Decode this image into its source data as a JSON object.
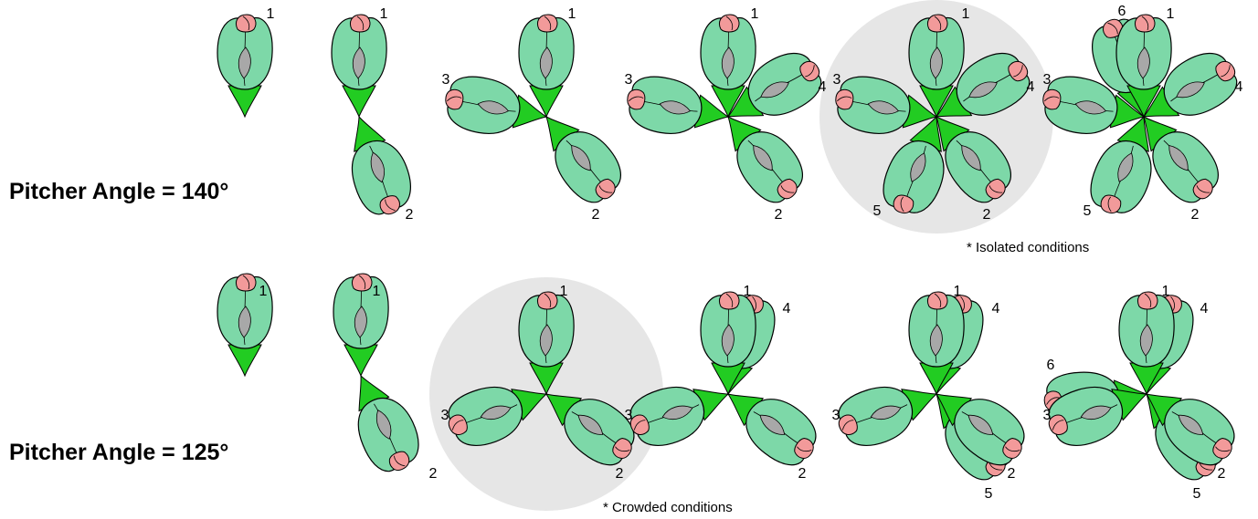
{
  "rows": [
    {
      "title": "Pitcher Angle = 140°",
      "note": "* Isolated conditions",
      "clusters": [
        {
          "labels": [
            "1"
          ]
        },
        {
          "labels": [
            "1",
            "2"
          ]
        },
        {
          "labels": [
            "1",
            "2",
            "3"
          ]
        },
        {
          "labels": [
            "1",
            "2",
            "3",
            "4"
          ]
        },
        {
          "labels": [
            "1",
            "2",
            "3",
            "4",
            "5"
          ]
        },
        {
          "labels": [
            "1",
            "2",
            "3",
            "4",
            "5",
            "6"
          ]
        }
      ]
    },
    {
      "title": "Pitcher Angle = 125°",
      "note": "* Crowded conditions",
      "clusters": [
        {
          "labels": [
            "1"
          ]
        },
        {
          "labels": [
            "1",
            "2"
          ]
        },
        {
          "labels": [
            "1",
            "2",
            "3"
          ]
        },
        {
          "labels": [
            "1",
            "2",
            "3",
            "4"
          ]
        },
        {
          "labels": [
            "1",
            "2",
            "3",
            "4",
            "5"
          ]
        },
        {
          "labels": [
            "1",
            "2",
            "3",
            "4",
            "5",
            "6"
          ]
        }
      ]
    }
  ],
  "colors": {
    "leaf_fill": "#7dd8a8",
    "stalk_fill": "#22cc22",
    "bud_fill": "#f29a9a",
    "seed_fill": "#a8a8a8",
    "highlight_fill": "#e6e6e6",
    "outline": "#000000"
  }
}
